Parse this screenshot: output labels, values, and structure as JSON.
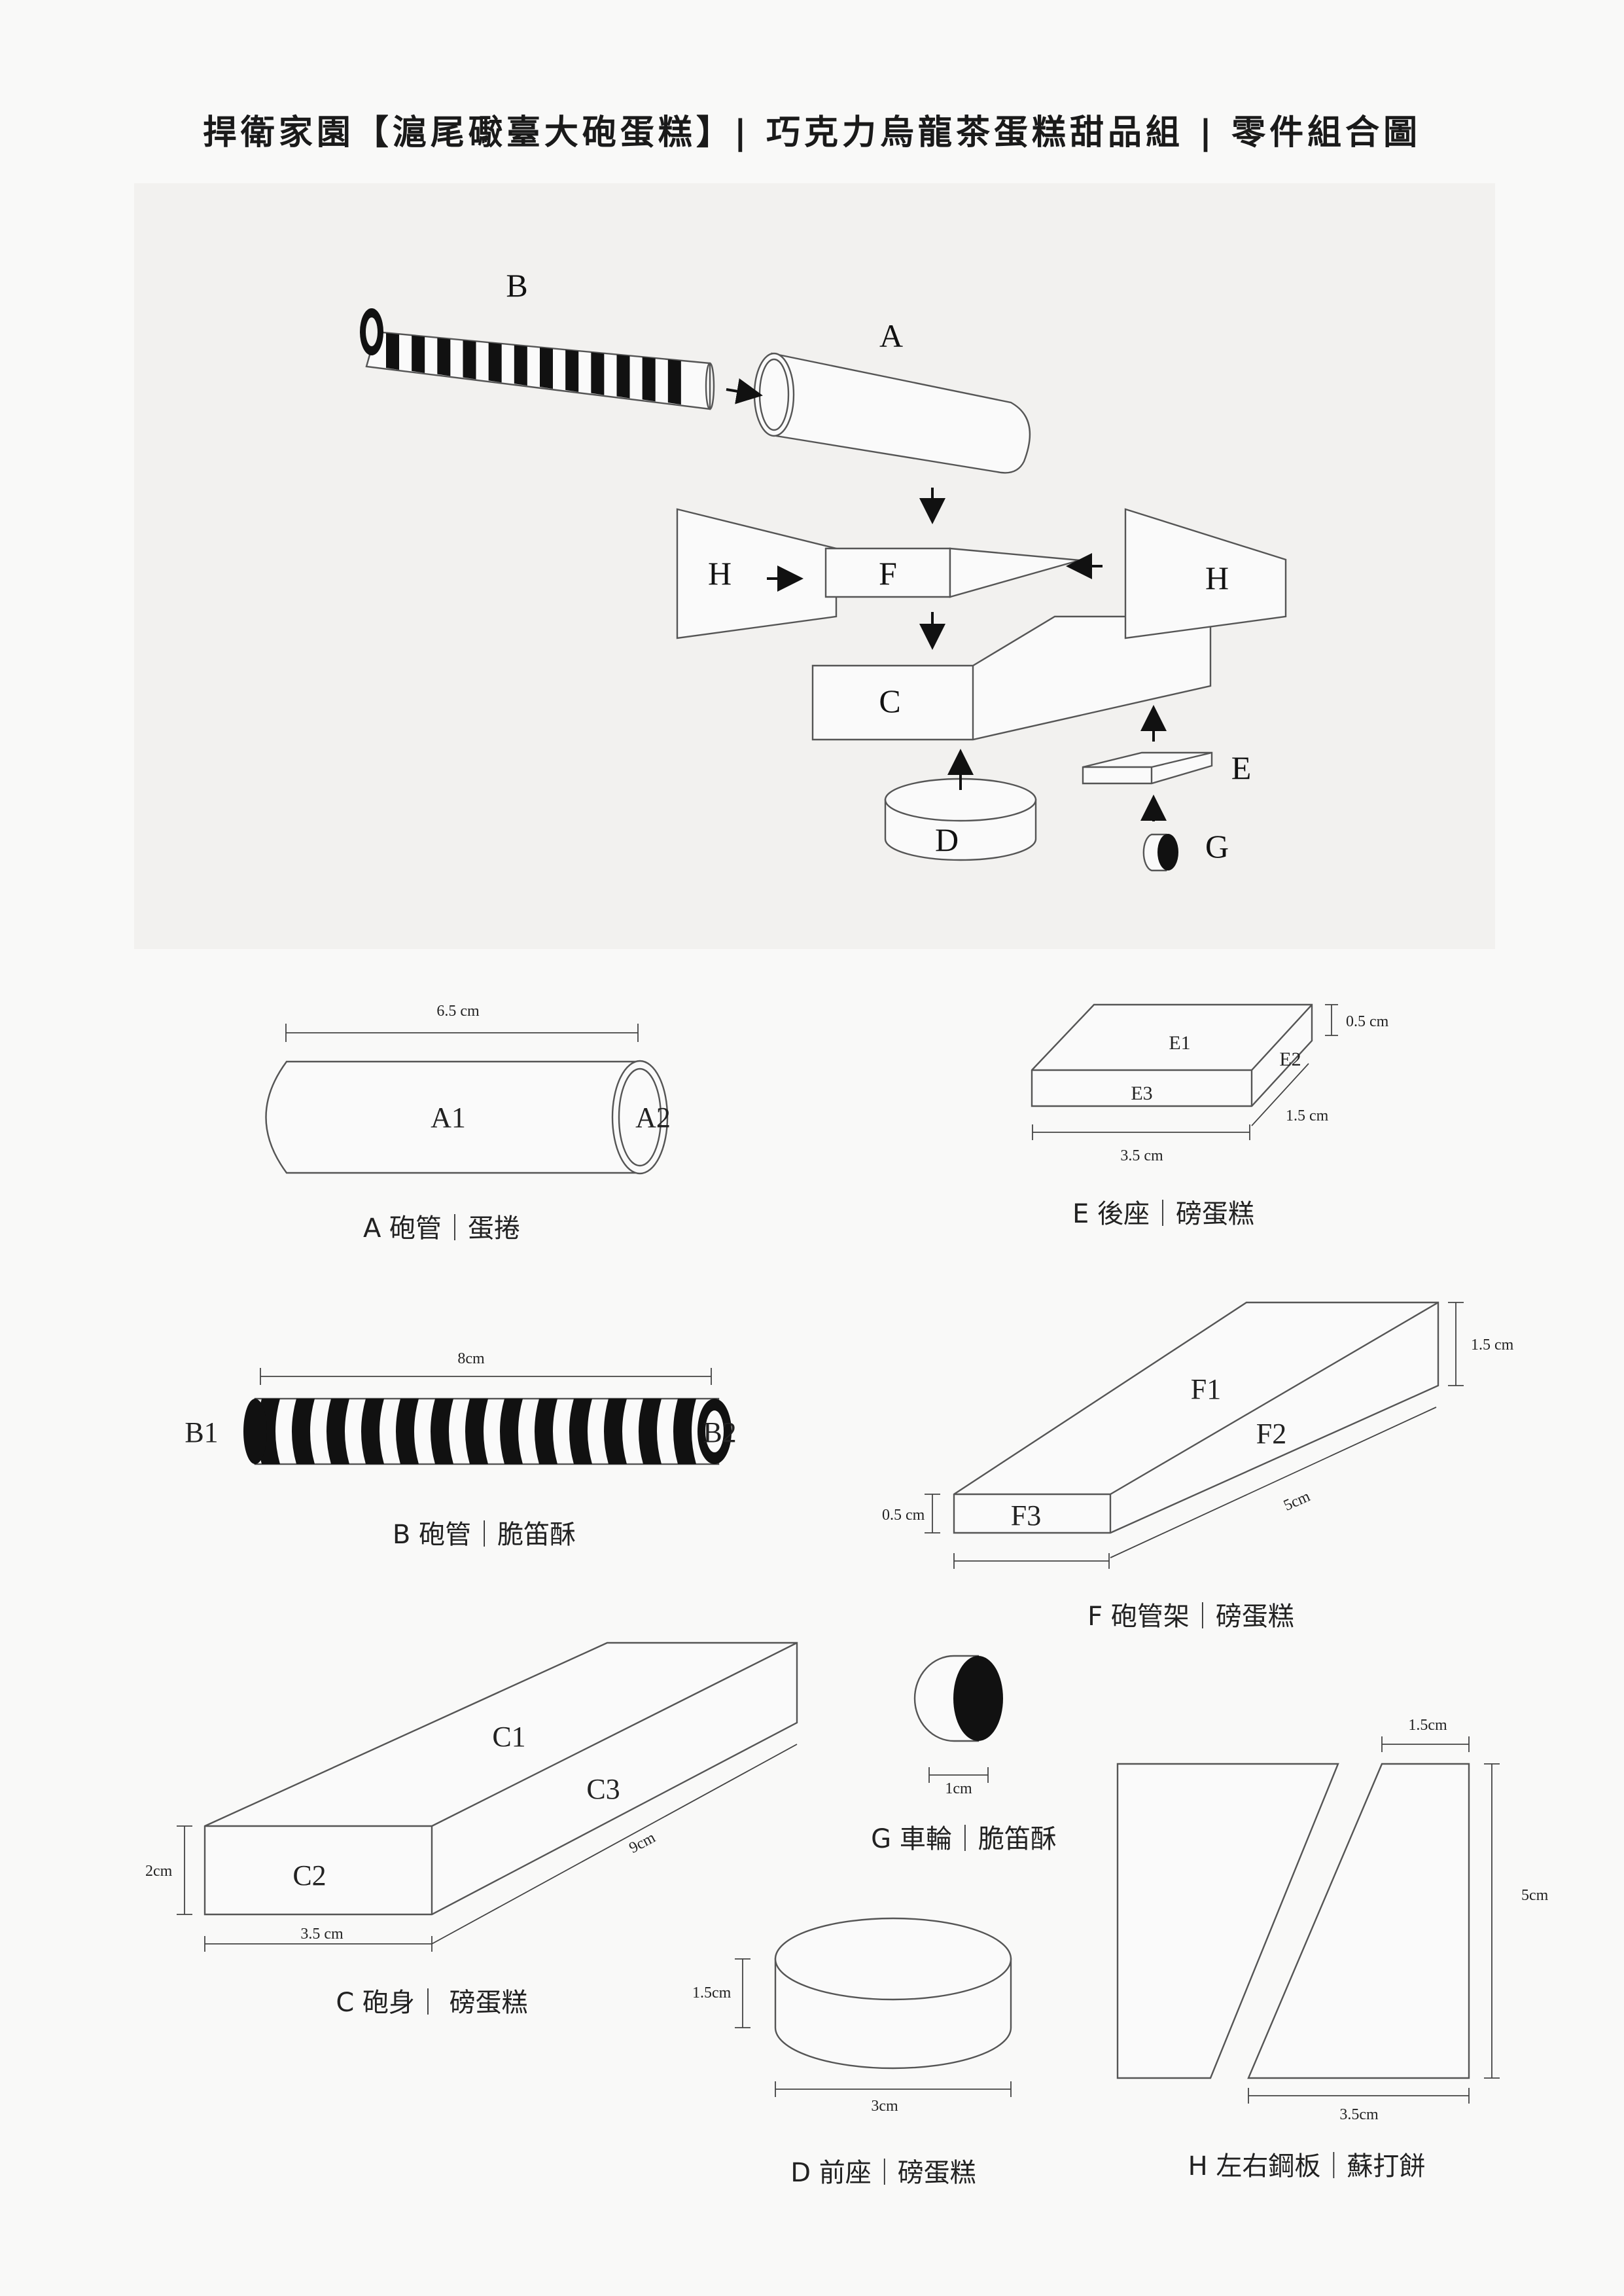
{
  "title": "捍衛家園【滬尾礮臺大砲蛋糕】| 巧克力烏龍茶蛋糕甜品組 | 零件組合圖",
  "assembly_labels": {
    "A": "A",
    "B": "B",
    "C": "C",
    "D": "D",
    "E": "E",
    "F": "F",
    "G": "G",
    "H_left": "H",
    "H_right": "H"
  },
  "parts": {
    "A": {
      "caption": "A 砲管｜蛋捲",
      "labels": [
        "A1",
        "A2"
      ],
      "dims": [
        "6.5 cm"
      ]
    },
    "B": {
      "caption": "B 砲管｜脆笛酥",
      "labels": [
        "B1",
        "B2"
      ],
      "dims": [
        "8cm"
      ]
    },
    "C": {
      "caption": "C 砲身｜ 磅蛋糕",
      "labels": [
        "C1",
        "C3",
        "C2"
      ],
      "dims": [
        "2cm",
        "3.5 cm",
        "9cm"
      ]
    },
    "D": {
      "caption": "D 前座｜磅蛋糕",
      "dims": [
        "1.5cm",
        "3cm"
      ]
    },
    "E": {
      "caption": "E 後座｜磅蛋糕",
      "labels": [
        "E1",
        "E2",
        "E3"
      ],
      "dims": [
        "0.5 cm",
        "1.5 cm",
        "3.5 cm"
      ]
    },
    "F": {
      "caption": "F 砲管架｜磅蛋糕",
      "labels": [
        "F1",
        "F2",
        "F3"
      ],
      "dims": [
        "1.5 cm",
        "0.5 cm",
        "5cm"
      ]
    },
    "G": {
      "caption": "G 車輪｜脆笛酥",
      "dims": [
        "1cm"
      ]
    },
    "H": {
      "caption": "H 左右鋼板｜蘇打餅",
      "dims": [
        "1.5cm",
        "5cm",
        "3.5cm"
      ]
    }
  },
  "colors": {
    "panel": "#f2f1ef",
    "ink": "#111111",
    "line": "#555555"
  }
}
